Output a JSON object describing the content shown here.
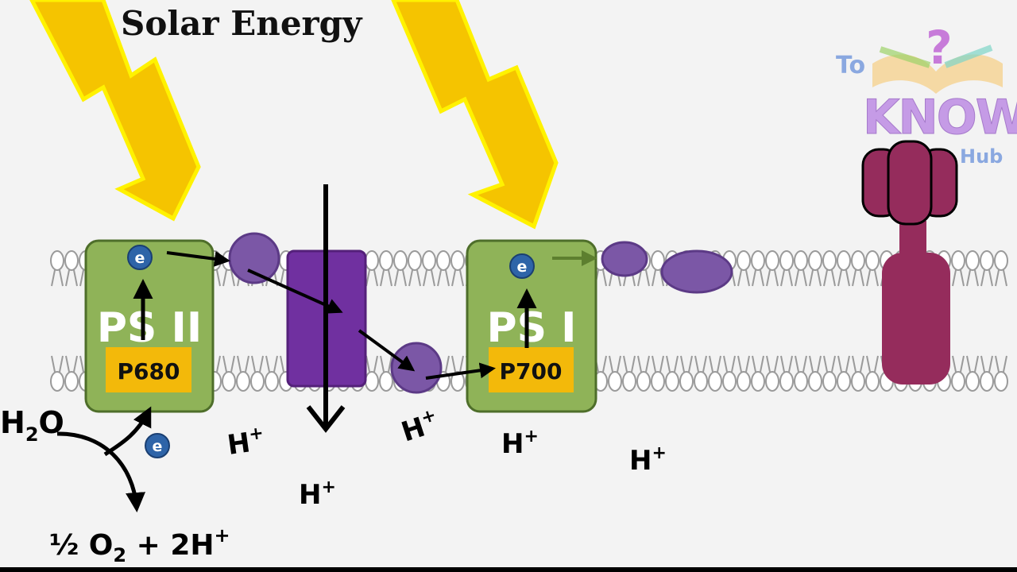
{
  "title": "Solar Energy",
  "photosystems": {
    "ps2": {
      "name": "PS II",
      "center": "P680"
    },
    "ps1": {
      "name": "PS I",
      "center": "P700"
    }
  },
  "electron_symbol": "e",
  "water": {
    "h": "H",
    "sub": "2",
    "o": "O"
  },
  "products": {
    "frac": "½ O",
    "sub": "2",
    "rest": " + 2H",
    "sup": "+"
  },
  "protons": {
    "h": "H",
    "sup": "+"
  },
  "logo": {
    "to": "To",
    "know": "KNOW",
    "hub": "Hub",
    "mark": "?"
  },
  "colors": {
    "lightning": "#f5c400",
    "photosystem": "#8fb358",
    "reaction_center": "#f3b90a",
    "carrier": "#7b57a6",
    "cytochrome": "#7030a0",
    "atp_synthase": "#952c5c",
    "electron": "#2e64a8"
  }
}
